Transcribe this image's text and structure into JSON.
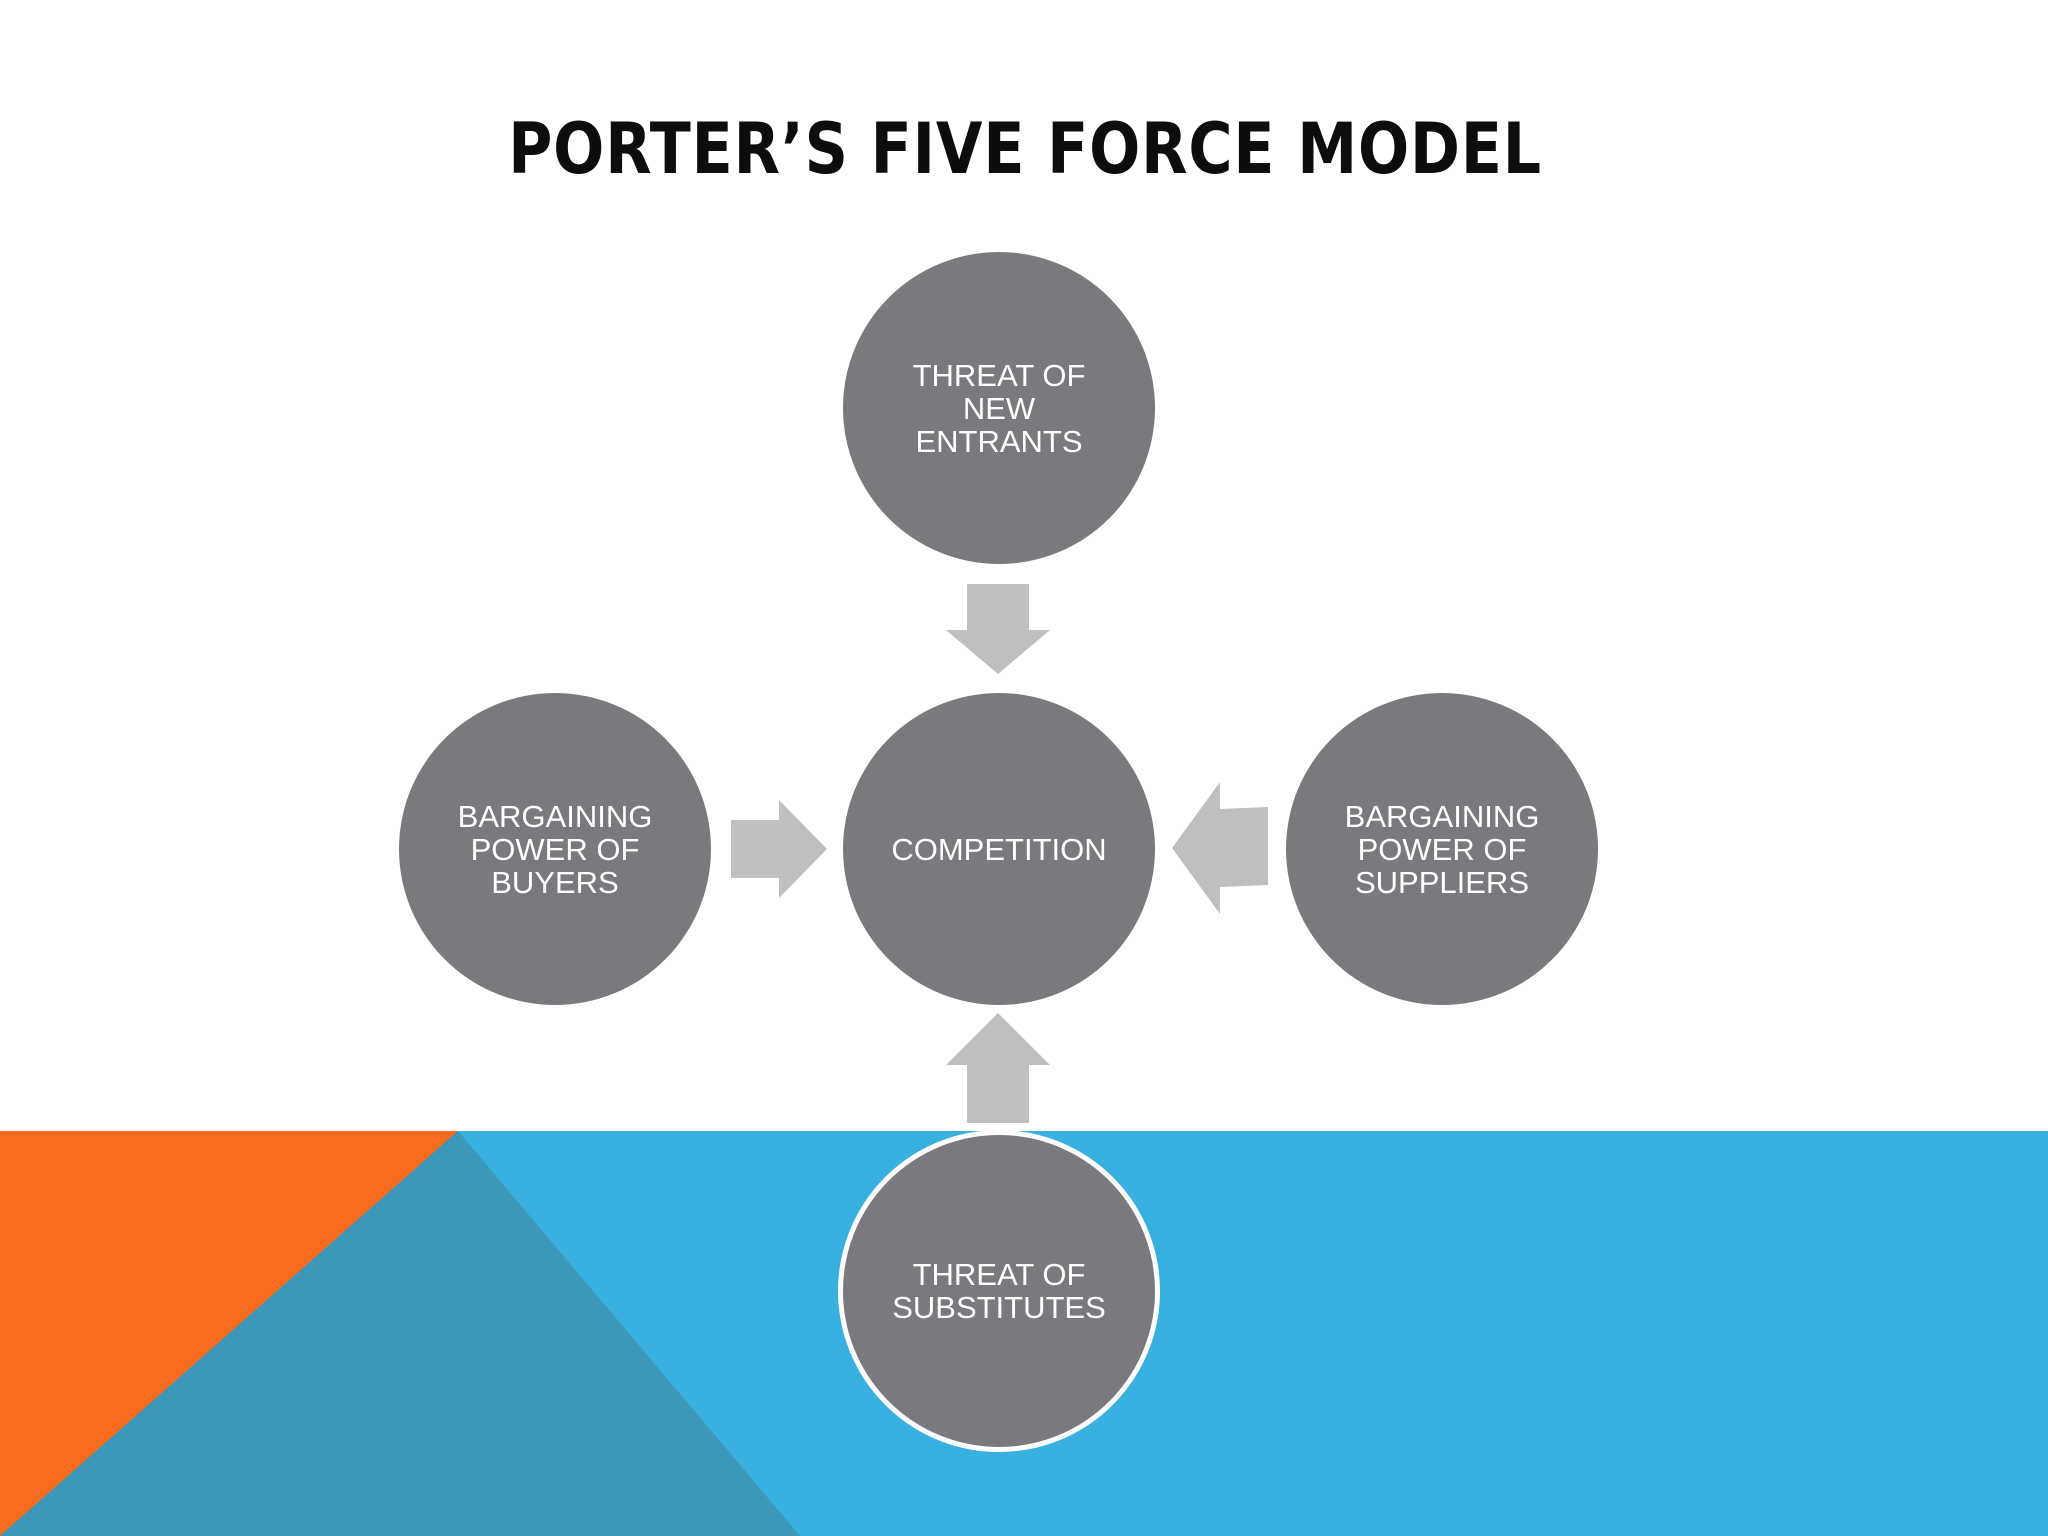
{
  "slide": {
    "title": "PORTER’S FIVE FORCE MODEL"
  },
  "diagram": {
    "center": {
      "label": "COMPETITION"
    },
    "forces": {
      "top": {
        "label": "THREAT OF\nNEW\nENTRANTS"
      },
      "left": {
        "label": "BARGAINING\nPOWER OF\nBUYERS"
      },
      "right": {
        "label": "BARGAINING\nPOWER OF\nSUPPLIERS"
      },
      "bottom": {
        "label": "THREAT OF\nSUBSTITUTES"
      }
    }
  },
  "colors": {
    "node_fill": "#7a7a7e",
    "arrow_fill": "#bfbfc1",
    "band_blue": "#3ab0e0",
    "band_orange": "#f96b1e",
    "band_teal": "#3c97b8",
    "title_text": "#0d0d0d",
    "node_text": "#ffffff"
  }
}
